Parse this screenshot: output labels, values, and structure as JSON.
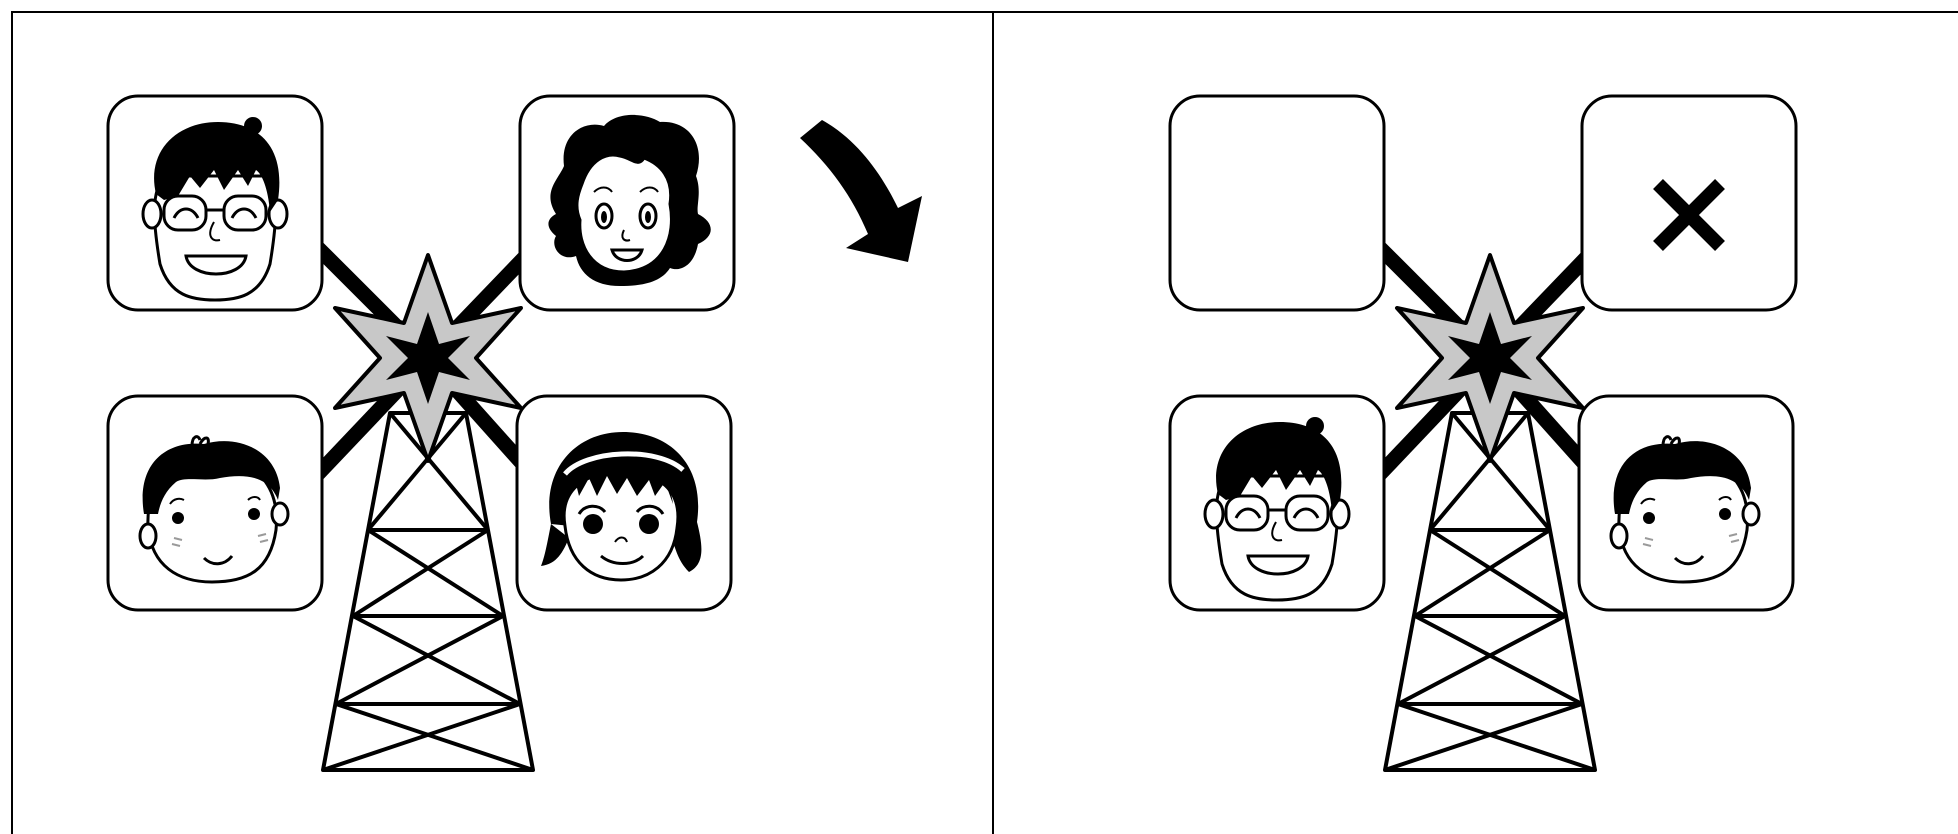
{
  "colors": {
    "line": "#000000",
    "background": "#ffffff",
    "star_fill": "#c8c8c8",
    "cheek": "#9a9a9a"
  },
  "panels": [
    {
      "id": "before",
      "slots": [
        {
          "position": "top-left",
          "content": "man-with-glasses"
        },
        {
          "position": "top-right",
          "content": "woman"
        },
        {
          "position": "bottom-left",
          "content": "boy"
        },
        {
          "position": "bottom-right",
          "content": "girl"
        }
      ]
    },
    {
      "id": "after",
      "slots": [
        {
          "position": "top-left",
          "content": "empty"
        },
        {
          "position": "top-right",
          "content": "x-mark"
        },
        {
          "position": "bottom-left",
          "content": "man-with-glasses"
        },
        {
          "position": "bottom-right",
          "content": "boy"
        }
      ]
    }
  ],
  "arrow": {
    "direction": "right",
    "icon": "curved-arrow-icon"
  },
  "center_icon": "transmission-tower-with-burst-icon"
}
